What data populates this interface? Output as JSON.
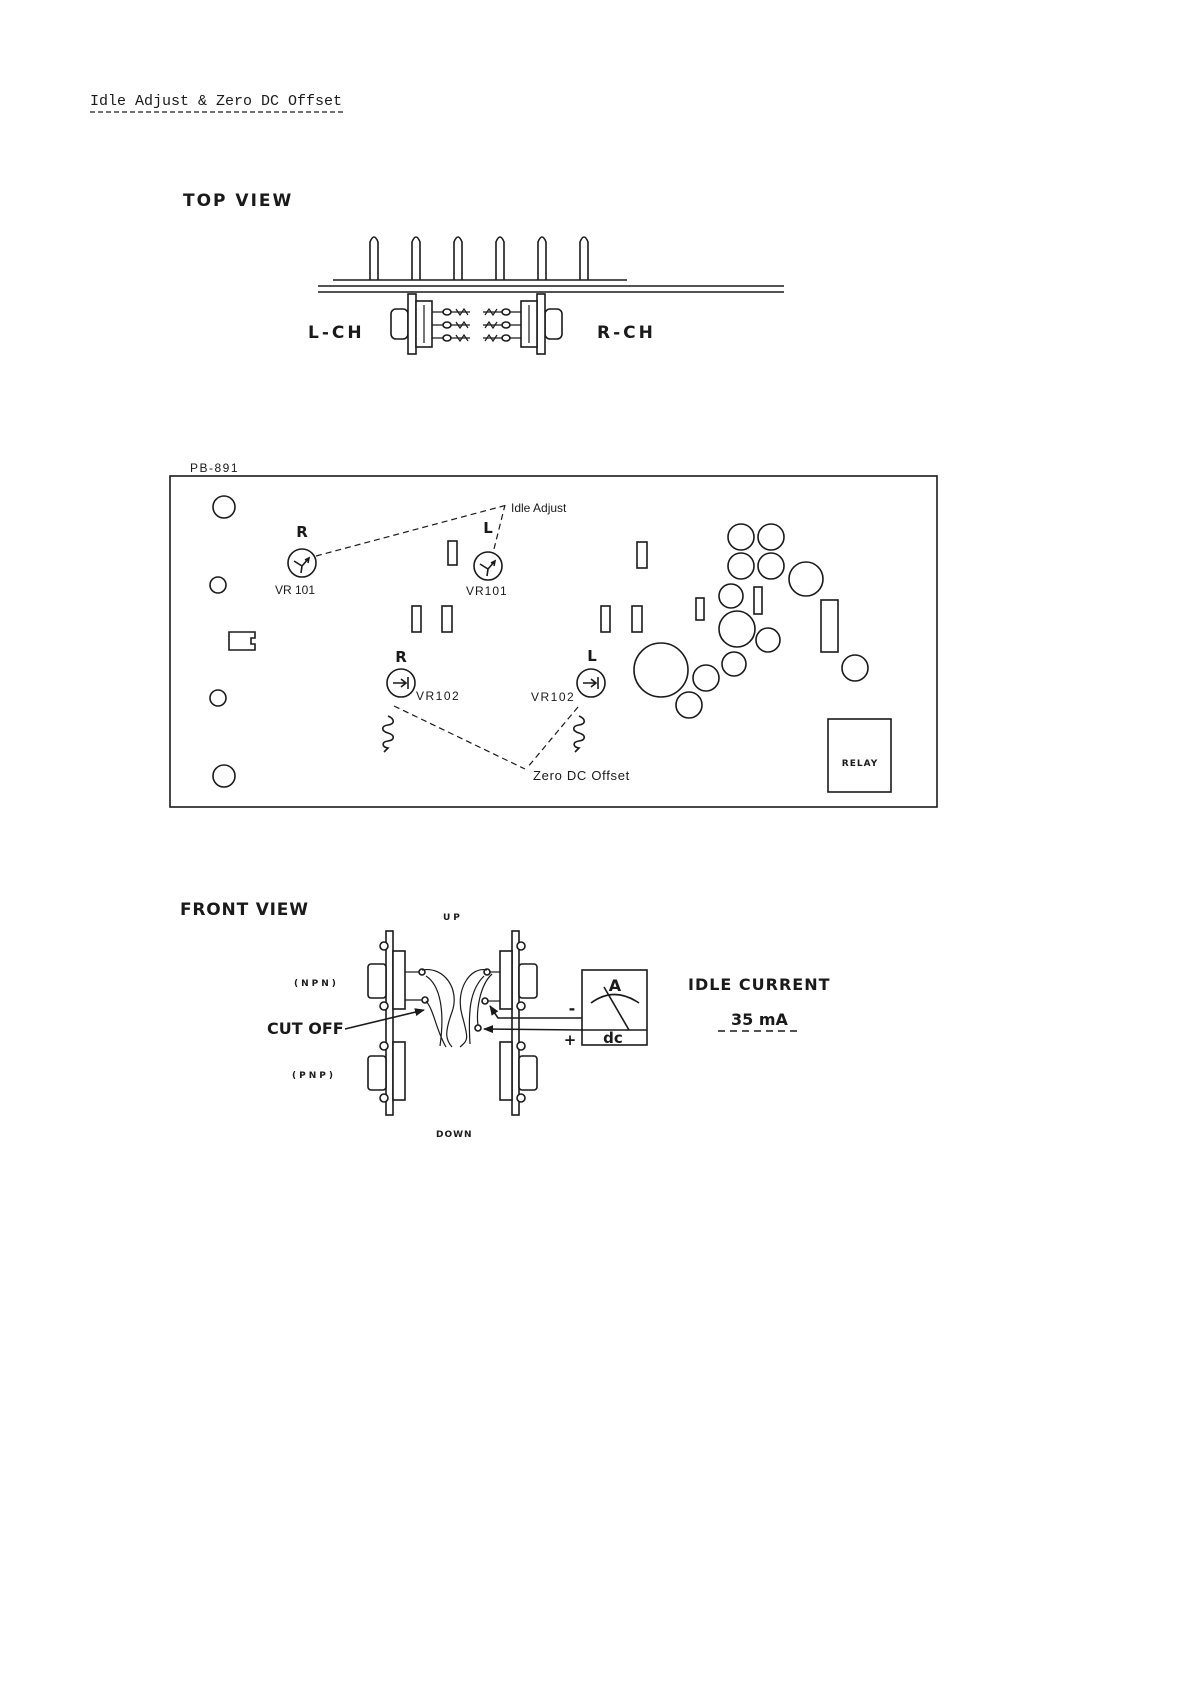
{
  "document": {
    "title": "Idle Adjust & Zero DC Offset"
  },
  "top_view": {
    "heading": "TOP VIEW",
    "left_channel": "L-CH",
    "right_channel": "R-CH"
  },
  "pcb": {
    "board_id": "PB-891",
    "idle_adjust_label": "Idle Adjust",
    "zero_dc_offset_label": "Zero DC Offset",
    "relay_label": "RELAY",
    "controls": [
      {
        "channel": "R",
        "ref": "VR 101"
      },
      {
        "channel": "L",
        "ref": "VR101"
      },
      {
        "channel": "R",
        "ref": "VR102"
      },
      {
        "channel": "L",
        "ref": "VR102"
      }
    ]
  },
  "front_view": {
    "heading": "FRONT VIEW",
    "up_label": "UP",
    "down_label": "DOWN",
    "npn_label": "(NPN)",
    "pnp_label": "(PNP)",
    "cut_off_label": "CUT OFF",
    "meter": {
      "unit": "A",
      "mode": "dc",
      "negative_terminal": "-",
      "positive_terminal": "+"
    },
    "idle_current_label": "IDLE CURRENT",
    "idle_current_value": "35 mA"
  }
}
